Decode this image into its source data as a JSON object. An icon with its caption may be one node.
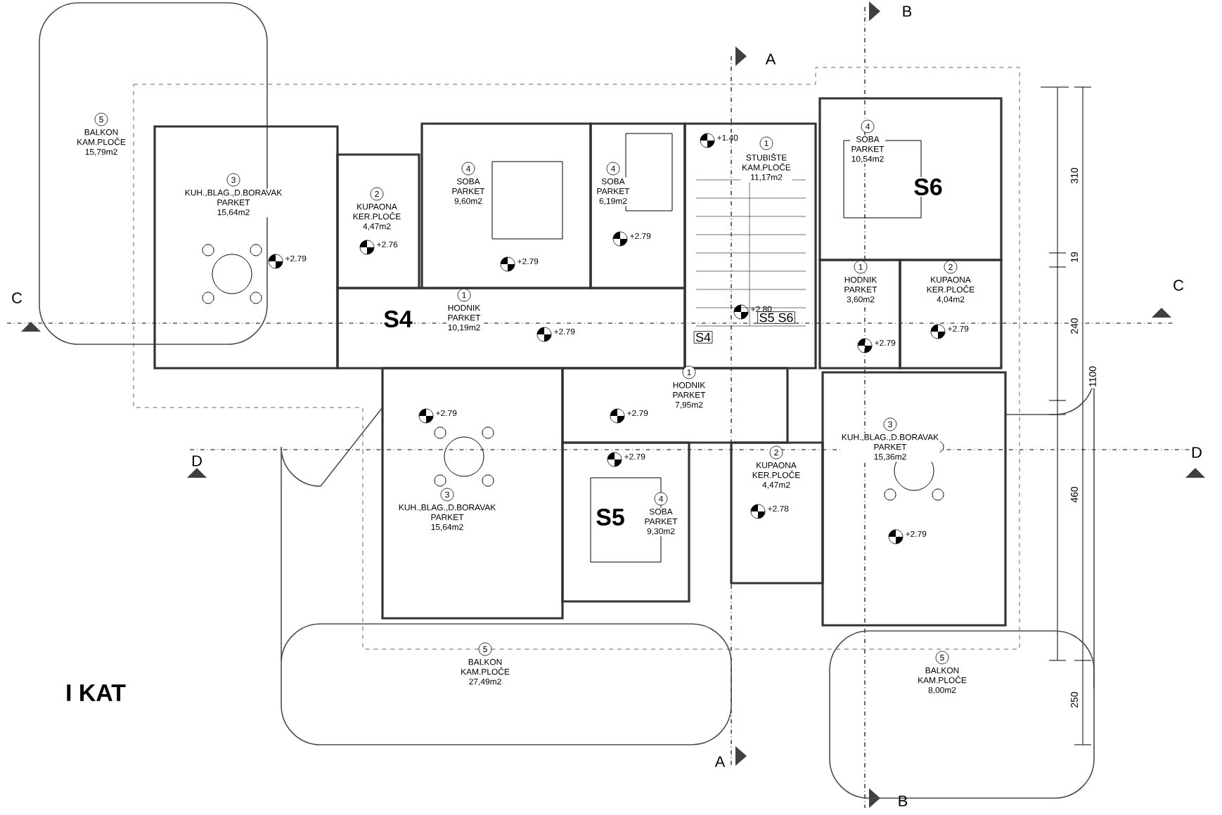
{
  "diagram": {
    "title": "I KAT",
    "nodes": [
      {
        "text": [
          "5",
          "BALKON",
          "KAM.PLOČE",
          "15,79m2"
        ]
      },
      {
        "text": [
          "3",
          "KUH.,BLAG.,D.BORAVAK",
          "PARKET",
          "15,64m2"
        ]
      },
      {
        "text": [
          "2",
          "KUPAONA",
          "KER.PLOČE",
          "4,47m2"
        ]
      },
      {
        "text": [
          "4",
          "SOBA",
          "PARKET",
          "9,60m2"
        ]
      },
      {
        "text": [
          "4",
          "SOBA",
          "PARKET",
          "6,19m2"
        ]
      },
      {
        "text": [
          "1",
          "STUBIŠTE",
          "KAM.PLOČE",
          "11,17m2"
        ]
      },
      {
        "text": [
          "4",
          "SOBA",
          "PARKET",
          "10,54m2"
        ]
      },
      {
        "text": [
          "1",
          "HODNIK",
          "PARKET",
          "10,19m2"
        ]
      },
      {
        "text": [
          "1",
          "HODNIK",
          "PARKET",
          "3,60m2"
        ]
      },
      {
        "text": [
          "2",
          "KUPAONA",
          "KER.PLOČE",
          "4,04m2"
        ]
      },
      {
        "text": [
          "1",
          "HODNIK",
          "PARKET",
          "7,95m2"
        ]
      },
      {
        "text": [
          "3",
          "KUH.,BLAG.,D.BORAVAK",
          "PARKET",
          "15,64m2"
        ]
      },
      {
        "text": [
          "4",
          "SOBA",
          "PARKET",
          "9,30m2"
        ]
      },
      {
        "text": [
          "2",
          "KUPAONA",
          "KER.PLOČE",
          "4,47m2"
        ]
      },
      {
        "text": [
          "3",
          "KUH.,BLAG.,D.BORAVAK",
          "PARKET",
          "15,36m2"
        ]
      },
      {
        "text": [
          "5",
          "BALKON",
          "KAM.PLOČE",
          "27,49m2"
        ]
      },
      {
        "text": [
          "5",
          "BALKON",
          "KAM.PLOČE",
          "8,00m2"
        ]
      }
    ],
    "labels": [
      "B",
      "A",
      "S6",
      "310",
      "19",
      "+1.40",
      "+2.79",
      "+2.76",
      "+2.79",
      "+2.79",
      "C",
      "S4",
      "C",
      "+2.79",
      "+2.80",
      "S4",
      "S5 S6",
      "240",
      "+2.79",
      "+2.79",
      "1100",
      "+2.79",
      "+2.79",
      "+2.79",
      "D",
      "D",
      "460",
      "+2.78",
      "S5",
      "+2.79",
      "250",
      "A",
      "B"
    ]
  }
}
